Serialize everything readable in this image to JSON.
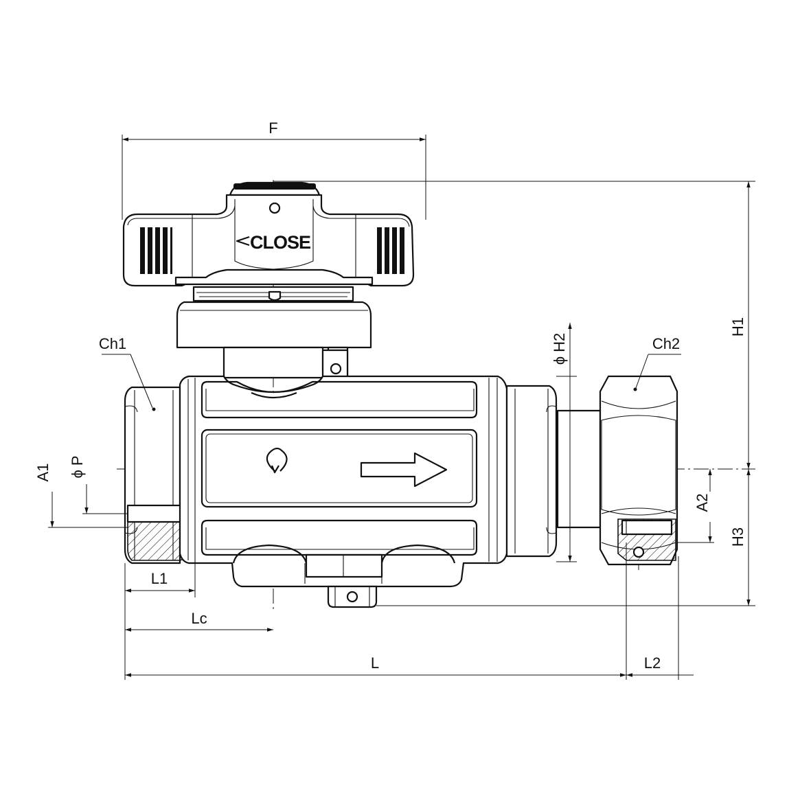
{
  "handle": {
    "text": "CLOSE"
  },
  "labels": {
    "F": "F",
    "H1": "H1",
    "H2": "ϕ H2",
    "H3": "H3",
    "A1": "A1",
    "A2": "A2",
    "P": "ϕ P",
    "Ch1": "Ch1",
    "Ch2": "Ch2",
    "L": "L",
    "L1": "L1",
    "L2": "L2",
    "Lc": "Lc"
  }
}
